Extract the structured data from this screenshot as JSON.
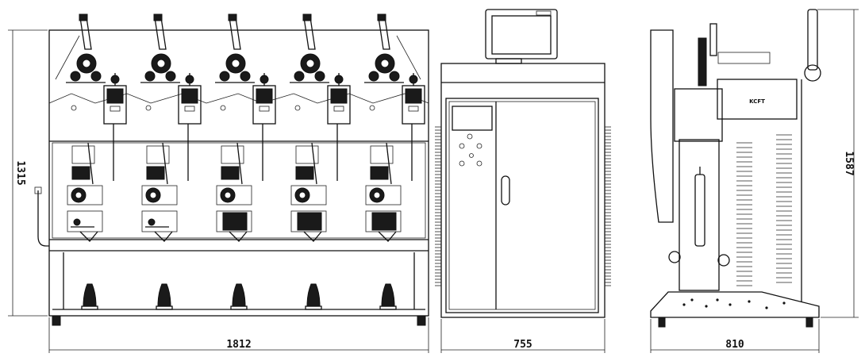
{
  "views": {
    "front": {
      "name": "front-view",
      "width_label": "1812",
      "height_label": "1315",
      "unit_count": 5
    },
    "middle": {
      "name": "cabinet-view",
      "width_label": "755"
    },
    "side": {
      "name": "side-view",
      "width_label": "810",
      "height_label": "1587",
      "panel_text": "KCFT"
    }
  },
  "colors": {
    "line": "#111111",
    "background": "#ffffff"
  }
}
